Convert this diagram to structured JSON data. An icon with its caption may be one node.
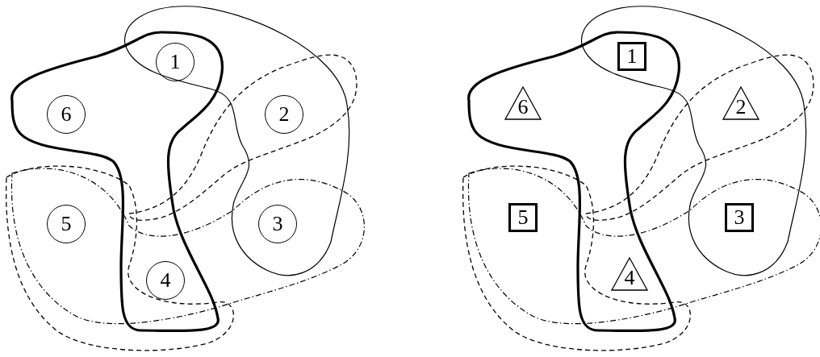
{
  "diagram": {
    "nodes": [
      {
        "text": [
          "1"
        ]
      },
      {
        "text": [
          "2"
        ]
      },
      {
        "text": [
          "3"
        ]
      },
      {
        "text": [
          "4"
        ]
      },
      {
        "text": [
          "5"
        ]
      },
      {
        "text": [
          "6"
        ]
      },
      {
        "text": [
          "1"
        ]
      },
      {
        "text": [
          "2"
        ]
      },
      {
        "text": [
          "3"
        ]
      },
      {
        "text": [
          "4"
        ]
      },
      {
        "text": [
          "5"
        ]
      },
      {
        "text": [
          "6"
        ]
      }
    ]
  }
}
